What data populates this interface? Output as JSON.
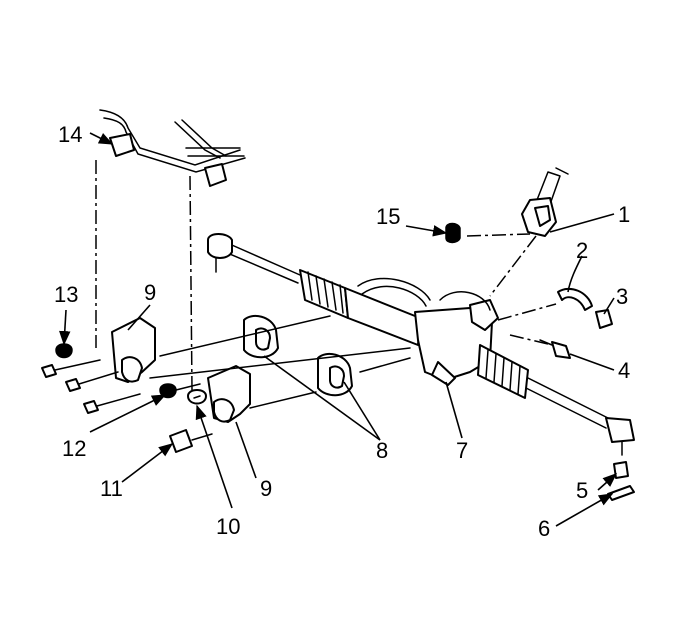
{
  "callouts": {
    "c1": "1",
    "c2": "2",
    "c3": "3",
    "c4": "4",
    "c5": "5",
    "c6": "6",
    "c7": "7",
    "c8": "8",
    "c9a": "9",
    "c9b": "9",
    "c10": "10",
    "c11": "11",
    "c12": "12",
    "c13": "13",
    "c14": "14",
    "c15": "15"
  }
}
